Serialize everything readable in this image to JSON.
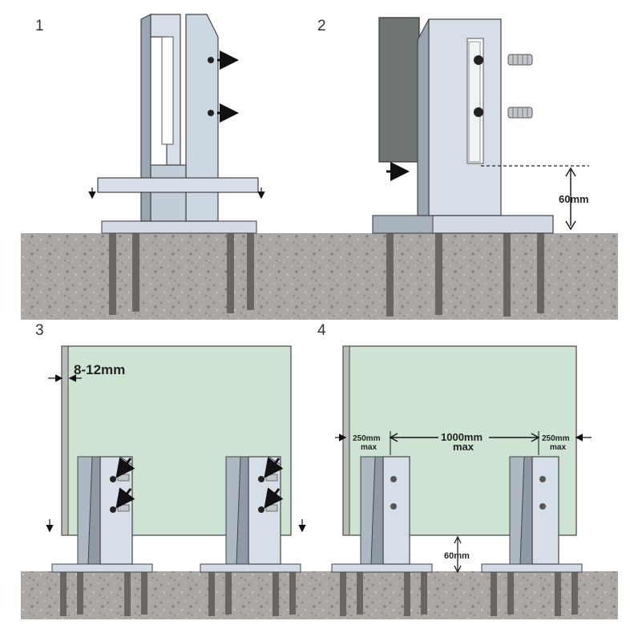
{
  "steps": [
    "1",
    "2",
    "3",
    "4"
  ],
  "labels": {
    "step2_height": "60mm",
    "step3_gap": "8-12mm",
    "step4_edge_left": "250mm",
    "step4_edge_left_sub": "max",
    "step4_spacing": "1000mm",
    "step4_spacing_sub": "max",
    "step4_edge_right": "250mm",
    "step4_edge_right_sub": "max",
    "step4_height": "60mm"
  },
  "colors": {
    "concrete": "#a9a6a3",
    "glass": "#cfe3d3",
    "steel": "#cdd7e1",
    "steel_dark": "#9aa6b2",
    "bolt_hole": "#5e5a57",
    "outline": "#333333"
  }
}
